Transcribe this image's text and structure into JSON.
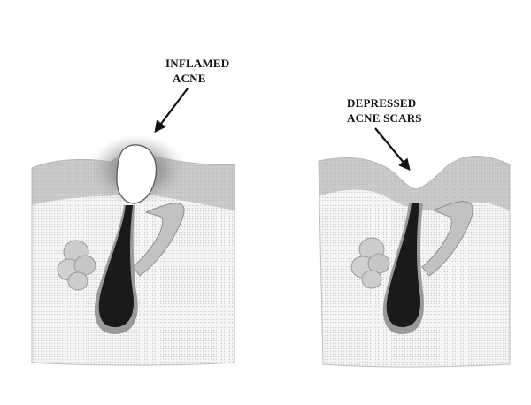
{
  "labels": {
    "inflamed": {
      "line1": "INFLAMED",
      "line2": "ACNE"
    },
    "scars": {
      "line1": "DEPRESSED",
      "line2": "ACNE SCARS"
    }
  },
  "colors": {
    "background": "#ffffff",
    "dermis": "#eeeeee",
    "epidermis": "#cfcfcf",
    "follicle": "#1a1a1a",
    "gland": "#d4d4d4",
    "pustule": "#ffffff",
    "inflammation": "#7a7a7a",
    "text": "#111111"
  },
  "icons": [
    "arrow-icon"
  ]
}
